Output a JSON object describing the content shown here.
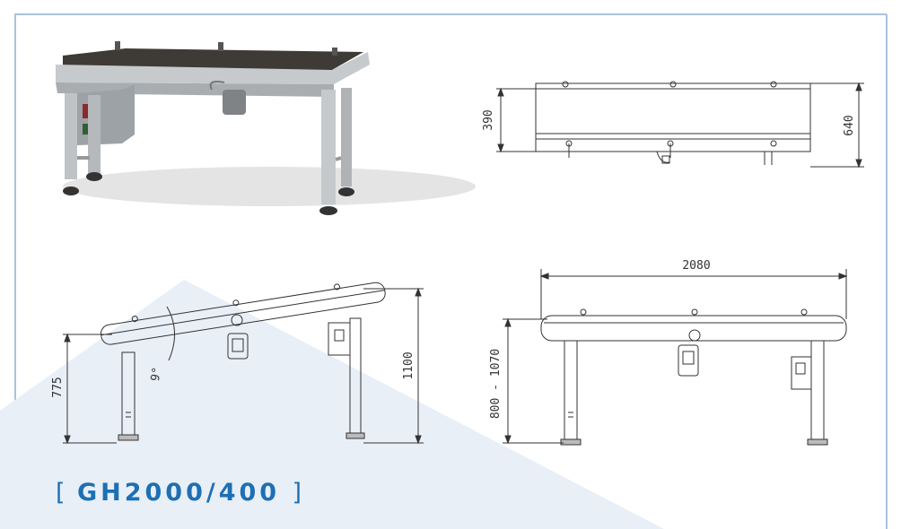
{
  "drawing": {
    "dimensions": {
      "width_top": "640",
      "belt_top": "390",
      "length": "2080",
      "height_range": "800 - 1070",
      "incline_low": "775",
      "incline_high": "1100",
      "incline_angle": "9°"
    }
  },
  "product": {
    "bracket_open": "[",
    "model": "GH2000/400",
    "bracket_close": "]"
  },
  "colors": {
    "border": "#a9c3dc",
    "triangle": "#e8eff7",
    "title": "#1e6fb3",
    "belt": "#3e3a36",
    "frame": "#c4c7ca"
  }
}
